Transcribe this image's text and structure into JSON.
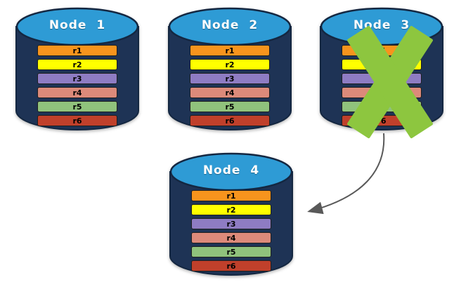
{
  "palette": {
    "cylinder_body": "#1E3355",
    "cylinder_outline": "#142741",
    "cylinder_top": "#2E9BD5",
    "title_text": "#FFFFFF",
    "row_text": "#000000",
    "failure_x": "#8DC63F",
    "arrow": "#595959"
  },
  "nodes": [
    {
      "title": "Node 1",
      "failed": false,
      "rows": [
        {
          "label": "r1",
          "color": "#F7941D"
        },
        {
          "label": "r2",
          "color": "#FFFF00"
        },
        {
          "label": "r3",
          "color": "#8E7CC3"
        },
        {
          "label": "r4",
          "color": "#DC8A7A"
        },
        {
          "label": "r5",
          "color": "#90C27C"
        },
        {
          "label": "r6",
          "color": "#C0402B"
        }
      ]
    },
    {
      "title": "Node 2",
      "failed": false,
      "rows": [
        {
          "label": "r1",
          "color": "#F7941D"
        },
        {
          "label": "r2",
          "color": "#FFFF00"
        },
        {
          "label": "r3",
          "color": "#8E7CC3"
        },
        {
          "label": "r4",
          "color": "#DC8A7A"
        },
        {
          "label": "r5",
          "color": "#90C27C"
        },
        {
          "label": "r6",
          "color": "#C0402B"
        }
      ]
    },
    {
      "title": "Node 3",
      "failed": true,
      "rows": [
        {
          "label": "r1",
          "color": "#F7941D"
        },
        {
          "label": "r2",
          "color": "#FFFF00"
        },
        {
          "label": "r3",
          "color": "#8E7CC3"
        },
        {
          "label": "r4",
          "color": "#DC8A7A"
        },
        {
          "label": "r5",
          "color": "#90C27C"
        },
        {
          "label": "r6",
          "color": "#C0402B"
        }
      ]
    },
    {
      "title": "Node 4",
      "failed": false,
      "rows": [
        {
          "label": "r1",
          "color": "#F7941D"
        },
        {
          "label": "r2",
          "color": "#FFFF00"
        },
        {
          "label": "r3",
          "color": "#8E7CC3"
        },
        {
          "label": "r4",
          "color": "#DC8A7A"
        },
        {
          "label": "r5",
          "color": "#90C27C"
        },
        {
          "label": "r6",
          "color": "#C0402B"
        }
      ]
    }
  ],
  "arrow": {
    "from": "Node 3",
    "to": "Node 4"
  }
}
